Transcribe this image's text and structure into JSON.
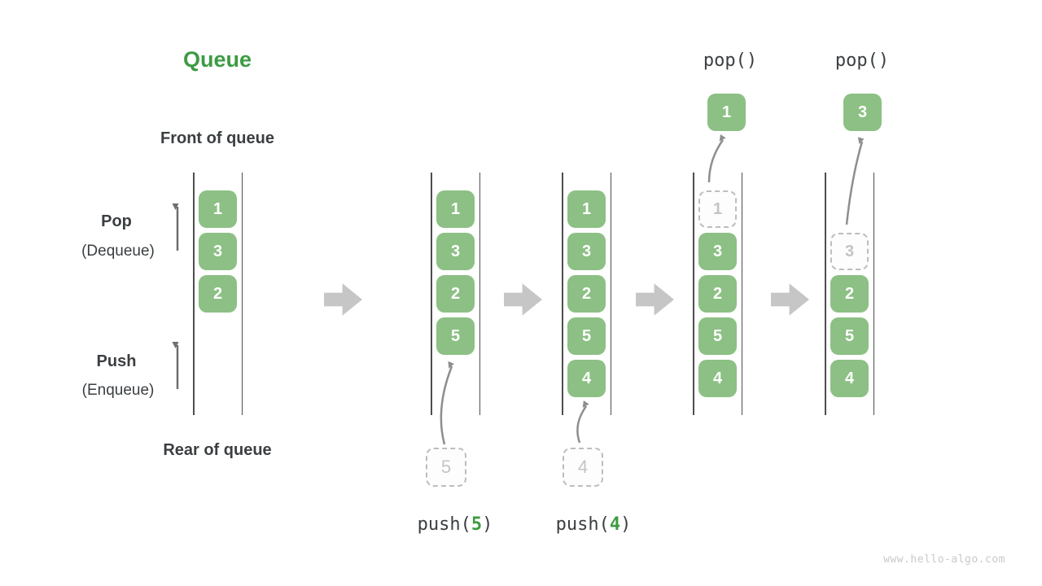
{
  "title": "Queue",
  "labels": {
    "front": "Front of queue",
    "rear": "Rear of queue",
    "pop": "Pop",
    "pop_sub": "(Dequeue)",
    "push": "Push",
    "push_sub": "(Enqueue)"
  },
  "ops": {
    "pop1": "pop()",
    "pop2": "pop()",
    "push1": {
      "prefix": "push(",
      "arg": "5",
      "suffix": ")"
    },
    "push2": {
      "prefix": "push(",
      "arg": "4",
      "suffix": ")"
    }
  },
  "queues": [
    {
      "name": "state-1",
      "slots": [
        {
          "v": "1",
          "t": "solid"
        },
        {
          "v": "3",
          "t": "solid"
        },
        {
          "v": "2",
          "t": "solid"
        }
      ]
    },
    {
      "name": "state-2",
      "slots": [
        {
          "v": "1",
          "t": "solid"
        },
        {
          "v": "3",
          "t": "solid"
        },
        {
          "v": "2",
          "t": "solid"
        },
        {
          "v": "5",
          "t": "solid"
        }
      ],
      "staged": "5"
    },
    {
      "name": "state-3",
      "slots": [
        {
          "v": "1",
          "t": "solid"
        },
        {
          "v": "3",
          "t": "solid"
        },
        {
          "v": "2",
          "t": "solid"
        },
        {
          "v": "5",
          "t": "solid"
        },
        {
          "v": "4",
          "t": "solid"
        }
      ],
      "staged": "4"
    },
    {
      "name": "state-4",
      "slots": [
        {
          "v": "1",
          "t": "dashed"
        },
        {
          "v": "3",
          "t": "solid"
        },
        {
          "v": "2",
          "t": "solid"
        },
        {
          "v": "5",
          "t": "solid"
        },
        {
          "v": "4",
          "t": "solid"
        }
      ],
      "popped": "1"
    },
    {
      "name": "state-5",
      "slots": [
        {
          "v": "",
          "t": "empty"
        },
        {
          "v": "3",
          "t": "dashed"
        },
        {
          "v": "2",
          "t": "solid"
        },
        {
          "v": "5",
          "t": "solid"
        },
        {
          "v": "4",
          "t": "solid"
        }
      ],
      "popped": "3"
    }
  ],
  "colors": {
    "box_green": "#8cc084",
    "accent_green": "#3d9b43",
    "text_dark": "#3b3f42",
    "arrow_gray": "#c6c6c6",
    "dashed_gray": "#bdbdbd",
    "watermark_gray": "#c9c9c9"
  },
  "watermark": "www.hello-algo.com"
}
